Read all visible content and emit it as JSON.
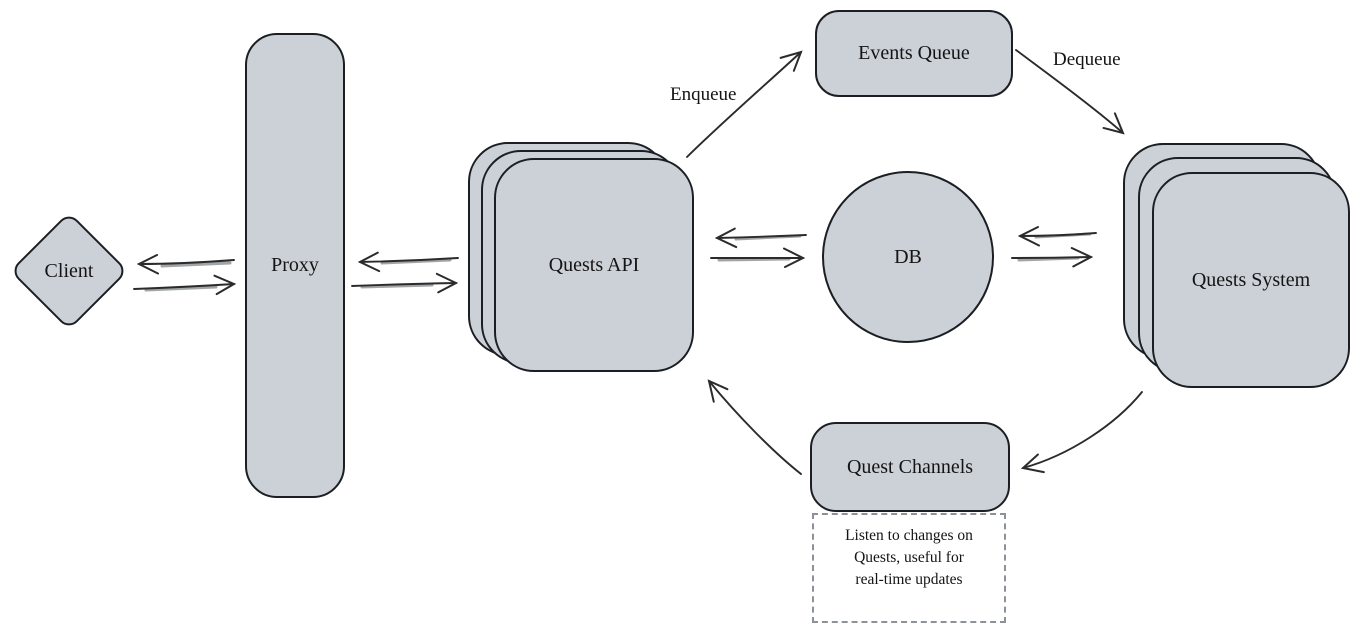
{
  "diagram": {
    "nodes": {
      "client": {
        "label": "Client",
        "shape": "diamond"
      },
      "proxy": {
        "label": "Proxy",
        "shape": "rounded-rect-tall"
      },
      "quests_api": {
        "label": "Quests API",
        "shape": "stacked-rounded-squares"
      },
      "events_queue": {
        "label": "Events Queue",
        "shape": "rounded-rect"
      },
      "db": {
        "label": "DB",
        "shape": "circle"
      },
      "quests_system": {
        "label": "Quests System",
        "shape": "stacked-rounded-squares"
      },
      "quest_channels": {
        "label": "Quest Channels",
        "shape": "rounded-rect"
      },
      "note": {
        "shape": "dashed-rect",
        "lines": [
          "Listen to changes on",
          "Quests, useful for",
          "real-time updates"
        ]
      }
    },
    "edges": [
      {
        "from": "proxy",
        "to": "client",
        "label": ""
      },
      {
        "from": "client",
        "to": "proxy",
        "label": ""
      },
      {
        "from": "quests_api",
        "to": "proxy",
        "label": ""
      },
      {
        "from": "proxy",
        "to": "quests_api",
        "label": ""
      },
      {
        "from": "db",
        "to": "quests_api",
        "label": ""
      },
      {
        "from": "quests_api",
        "to": "db",
        "label": ""
      },
      {
        "from": "quests_system",
        "to": "db",
        "label": ""
      },
      {
        "from": "db",
        "to": "quests_system",
        "label": ""
      },
      {
        "from": "quests_api",
        "to": "events_queue",
        "label": "Enqueue"
      },
      {
        "from": "events_queue",
        "to": "quests_system",
        "label": "Dequeue"
      },
      {
        "from": "quests_system",
        "to": "quest_channels",
        "label": ""
      },
      {
        "from": "quest_channels",
        "to": "quests_api",
        "label": ""
      }
    ],
    "colors": {
      "node_fill": "#ccd1d8",
      "node_stroke": "#1b1f23",
      "arrow": "#2b2b2b",
      "arrow_shadow": "#909599",
      "note_border": "#8d9299",
      "text_color": "#141414",
      "background": "#ffffff"
    }
  }
}
